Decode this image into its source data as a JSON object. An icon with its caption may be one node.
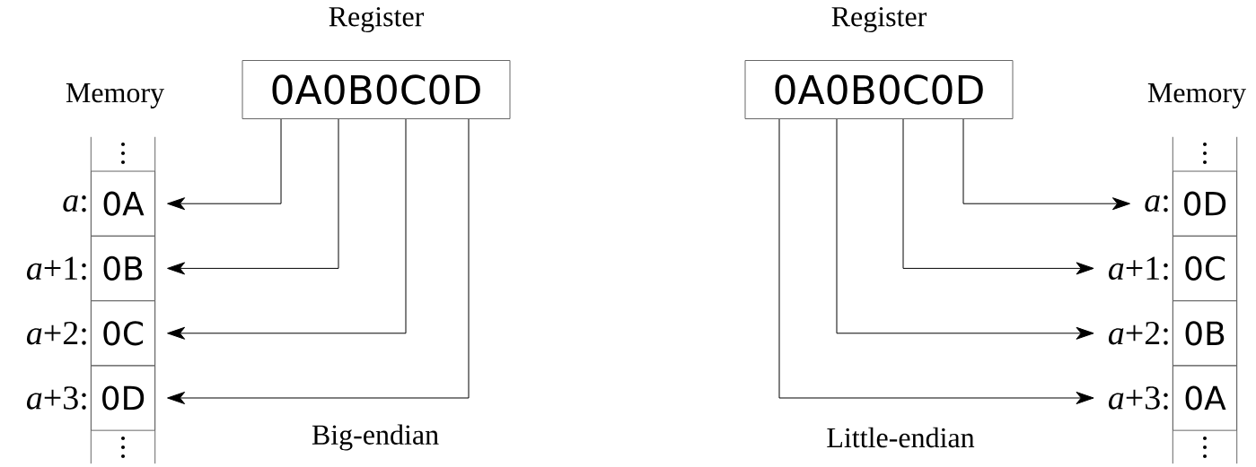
{
  "diagram": {
    "nodes": [
      {
        "text": [
          "Register",
          "0A0B0C0D"
        ]
      },
      {
        "text": [
          "Memory"
        ]
      },
      {
        "text": [
          "0A"
        ],
        "in": 1,
        "beside": [
          "*a*:"
        ]
      },
      {
        "text": [
          "0B"
        ],
        "in": 1,
        "beside": [
          "*a*+1:"
        ]
      },
      {
        "text": [
          "0C"
        ],
        "in": 1,
        "beside": [
          "*a*+2:"
        ]
      },
      {
        "text": [
          "0D"
        ],
        "in": 1,
        "beside": [
          "*a*+3:"
        ]
      },
      {
        "text": [
          "Register",
          "0A0B0C0D"
        ]
      },
      {
        "text": [
          "Memory"
        ]
      },
      {
        "text": [
          "0D"
        ],
        "in": 7,
        "beside": [
          "*a*:"
        ]
      },
      {
        "text": [
          "0C"
        ],
        "in": 7,
        "beside": [
          "*a*+1:"
        ]
      },
      {
        "text": [
          "0B"
        ],
        "in": 7,
        "beside": [
          "*a*+2:"
        ]
      },
      {
        "text": [
          "0A"
        ],
        "in": 7,
        "beside": [
          "*a*+3:"
        ]
      }
    ],
    "edges": [
      {
        "from": 0,
        "to": 2,
        "arrow": "to"
      },
      {
        "from": 0,
        "to": 3,
        "arrow": "to"
      },
      {
        "from": 0,
        "to": 4,
        "arrow": "to"
      },
      {
        "from": 0,
        "to": 5,
        "arrow": "to"
      },
      {
        "from": 6,
        "to": 8,
        "arrow": "to"
      },
      {
        "from": 6,
        "to": 9,
        "arrow": "to"
      },
      {
        "from": 6,
        "to": 10,
        "arrow": "to"
      },
      {
        "from": 6,
        "to": 11,
        "arrow": "to"
      }
    ],
    "labels": [
      "Big-endian",
      "Little-endian"
    ]
  }
}
